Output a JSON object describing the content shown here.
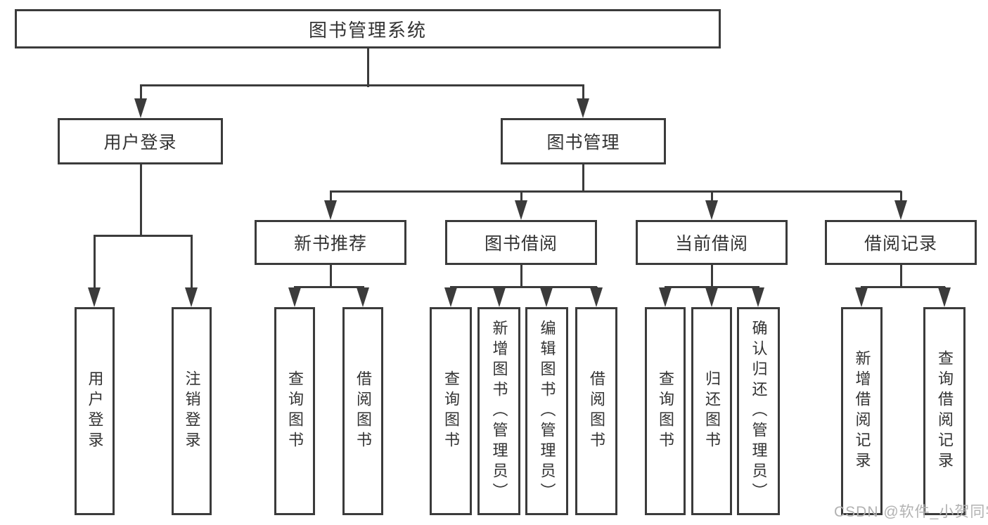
{
  "palette": {
    "line_color": "#3B3B3B",
    "text_color": "#333333",
    "watermark_color": "#B2B2B2",
    "background": "#FFFFFF"
  },
  "diagram": {
    "root": {
      "label": "图书管理系统"
    },
    "level2": [
      {
        "label": "用户登录"
      },
      {
        "label": "图书管理"
      }
    ],
    "level3": [
      {
        "label": "新书推荐"
      },
      {
        "label": "图书借阅"
      },
      {
        "label": "当前借阅"
      },
      {
        "label": "借阅记录"
      }
    ],
    "leaves": {
      "user_login": [
        "用户登录",
        "注销登录"
      ],
      "new_book_recommend": [
        "查询图书",
        "借阅图书"
      ],
      "book_borrow": [
        "查询图书",
        "新增图书（管理员）",
        "编辑图书（管理员）",
        "借阅图书"
      ],
      "current_borrow": [
        "查询图书",
        "归还图书",
        "确认归还（管理员）"
      ],
      "borrow_records": [
        "新增借阅记录",
        "查询借阅记录"
      ]
    }
  },
  "watermark": {
    "text": "CSDN @软件_小贺同学"
  }
}
